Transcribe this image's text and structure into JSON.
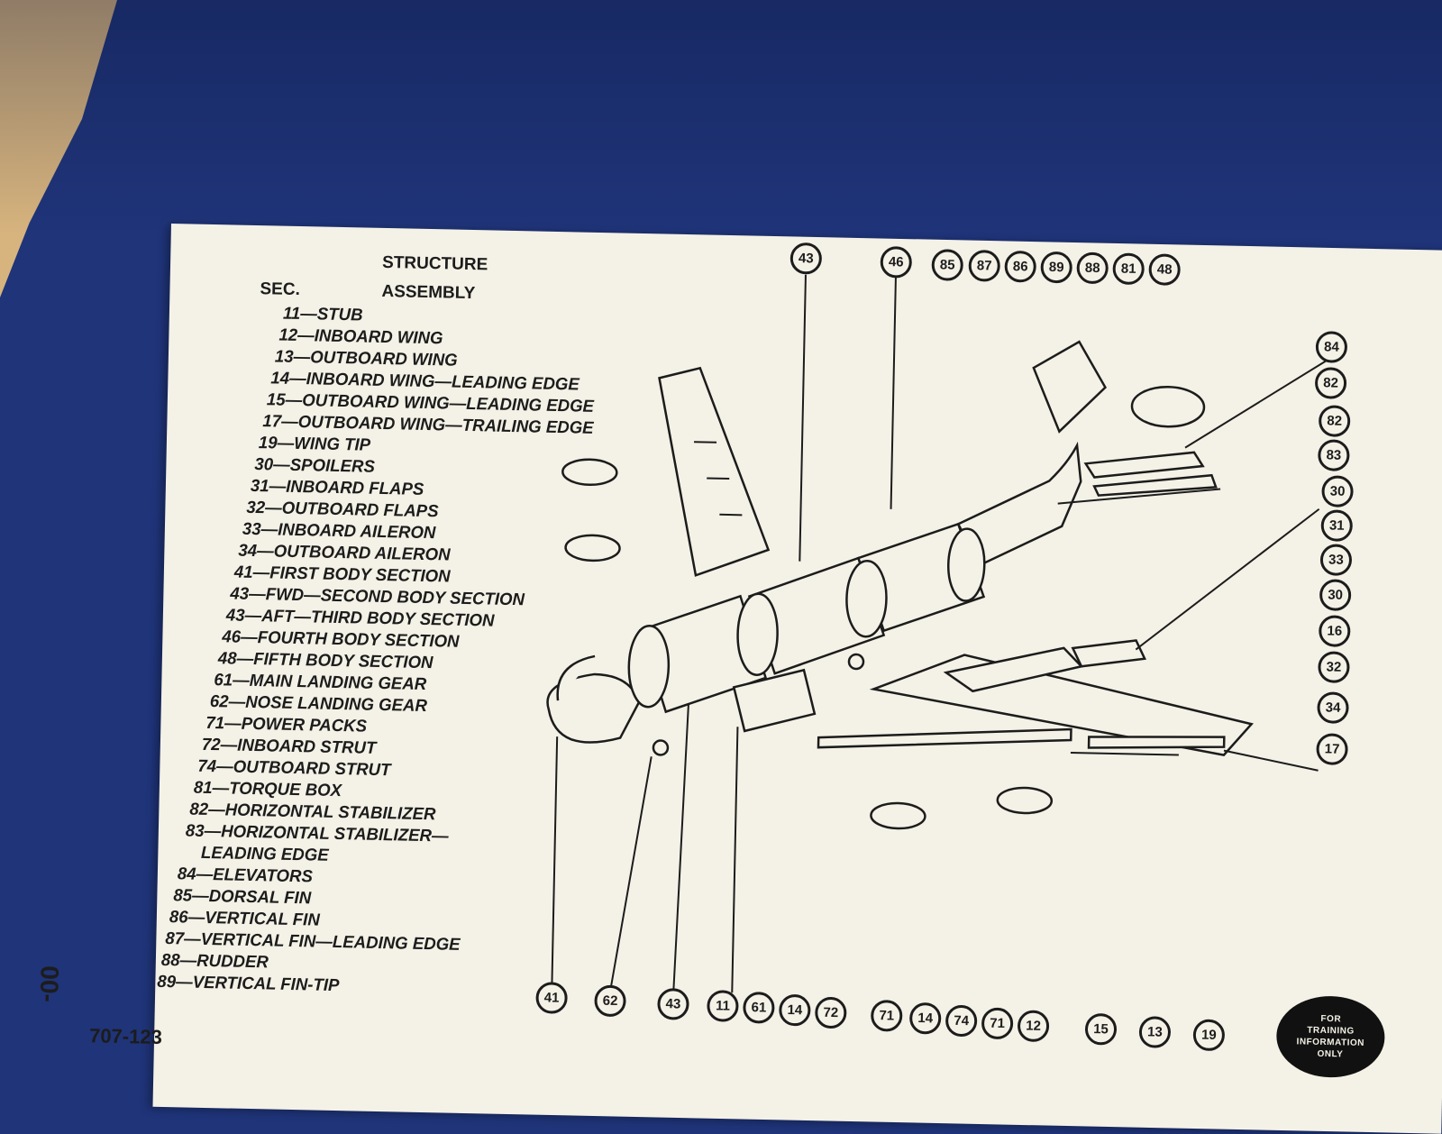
{
  "document": {
    "heading_line1": "STRUCTURE",
    "col_sec": "SEC.",
    "col_assembly": "ASSEMBLY",
    "doc_number": "707-123",
    "side_label": "00-",
    "stamp_lines": [
      "FOR",
      "TRAINING",
      "INFORMATION",
      "ONLY"
    ]
  },
  "legend": [
    "11—STUB",
    "12—INBOARD WING",
    "13—OUTBOARD WING",
    "14—INBOARD WING—LEADING EDGE",
    "15—OUTBOARD WING—LEADING EDGE",
    "17—OUTBOARD WING—TRAILING EDGE",
    "19—WING TIP",
    "30—SPOILERS",
    "31—INBOARD FLAPS",
    "32—OUTBOARD FLAPS",
    "33—INBOARD AILERON",
    "34—OUTBOARD AILERON",
    "41—FIRST BODY SECTION",
    "43—FWD—SECOND BODY SECTION",
    "43—AFT—THIRD BODY SECTION",
    "46—FOURTH BODY SECTION",
    "48—FIFTH BODY SECTION",
    "61—MAIN LANDING GEAR",
    "62—NOSE LANDING GEAR",
    "71—POWER PACKS",
    "72—INBOARD STRUT",
    "74—OUTBOARD STRUT",
    "81—TORQUE BOX",
    "82—HORIZONTAL STABILIZER",
    "83—HORIZONTAL STABILIZER—",
    "LEADING EDGE",
    "84—ELEVATORS",
    "85—DORSAL FIN",
    "86—VERTICAL FIN",
    "87—VERTICAL FIN—LEADING EDGE",
    "88—RUDDER",
    "89—VERTICAL FIN-TIP"
  ],
  "callouts": {
    "top": [
      "43",
      "46",
      "85",
      "87",
      "86",
      "89",
      "88",
      "81",
      "48"
    ],
    "right": [
      "84",
      "82",
      "82",
      "83",
      "30",
      "31",
      "33",
      "30",
      "16",
      "32",
      "34",
      "17"
    ],
    "bottom": [
      "41",
      "62",
      "43",
      "11",
      "61",
      "14",
      "72",
      "71",
      "14",
      "74",
      "71",
      "12",
      "15",
      "13",
      "19"
    ]
  }
}
